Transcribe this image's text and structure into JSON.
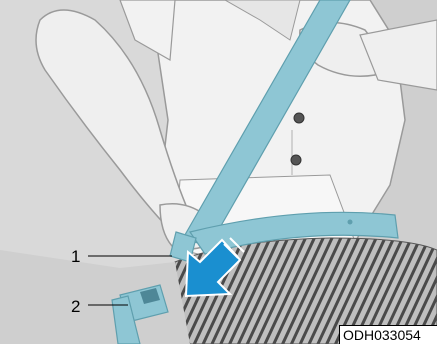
{
  "figure": {
    "callouts": [
      {
        "label": "1"
      },
      {
        "label": "2"
      }
    ],
    "image_code": "ODH033054"
  },
  "colors": {
    "belt": "#8ec6d4",
    "arrow": "#1a8fd0",
    "background": "#d9d9d9",
    "skirt_stripe": "#4a4a4a",
    "skin": "#efefef"
  },
  "icons": [
    "seat-belt-illustration",
    "insert-direction-arrow-icon"
  ]
}
